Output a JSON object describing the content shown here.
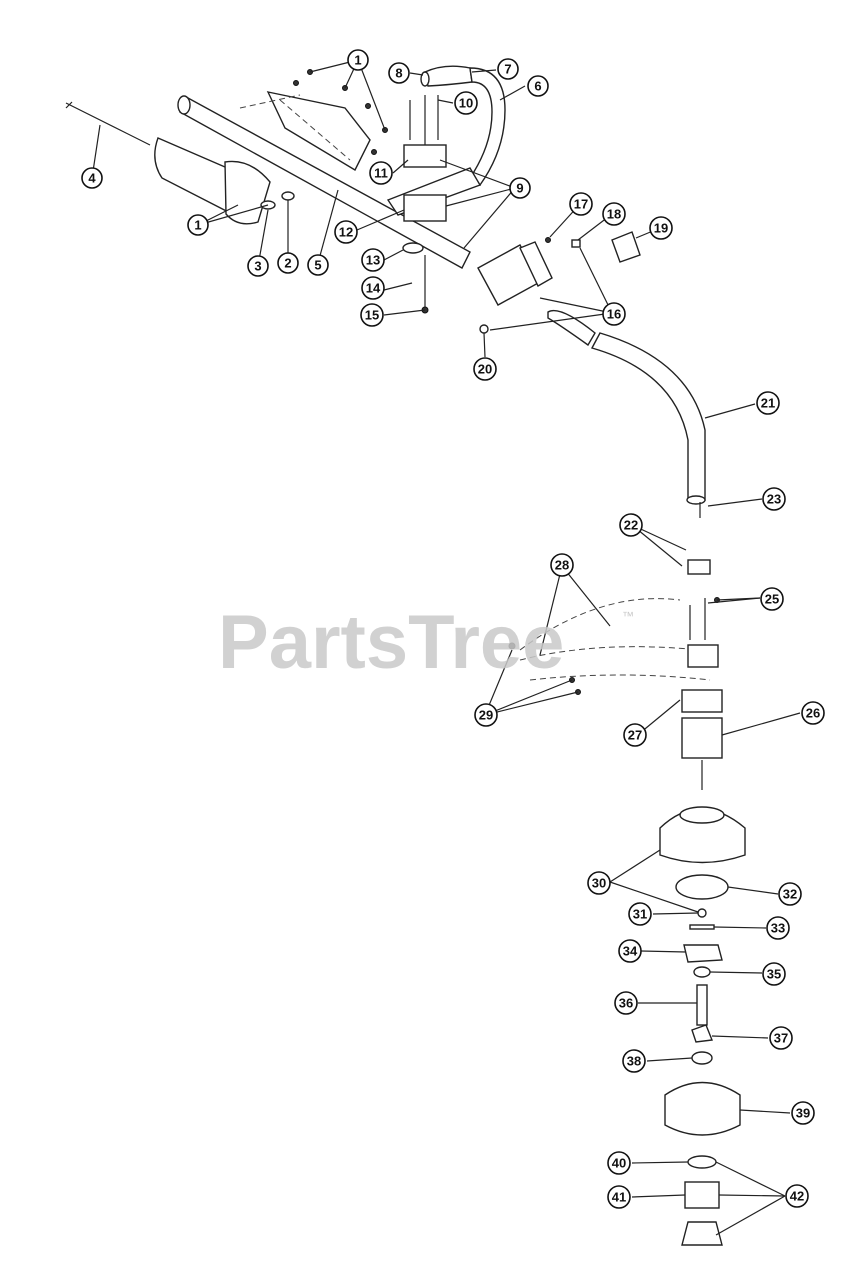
{
  "watermark": {
    "text": "PartsTree",
    "trademark": "™"
  },
  "callouts": [
    {
      "id": "c1a",
      "label": "1"
    },
    {
      "id": "c1b",
      "label": "1"
    },
    {
      "id": "c2",
      "label": "2"
    },
    {
      "id": "c3",
      "label": "3"
    },
    {
      "id": "c4",
      "label": "4"
    },
    {
      "id": "c5",
      "label": "5"
    },
    {
      "id": "c6",
      "label": "6"
    },
    {
      "id": "c7",
      "label": "7"
    },
    {
      "id": "c8",
      "label": "8"
    },
    {
      "id": "c9",
      "label": "9"
    },
    {
      "id": "c10",
      "label": "10"
    },
    {
      "id": "c11",
      "label": "11"
    },
    {
      "id": "c12",
      "label": "12"
    },
    {
      "id": "c13",
      "label": "13"
    },
    {
      "id": "c14",
      "label": "14"
    },
    {
      "id": "c15",
      "label": "15"
    },
    {
      "id": "c16",
      "label": "16"
    },
    {
      "id": "c17",
      "label": "17"
    },
    {
      "id": "c18",
      "label": "18"
    },
    {
      "id": "c19",
      "label": "19"
    },
    {
      "id": "c20",
      "label": "20"
    },
    {
      "id": "c21",
      "label": "21"
    },
    {
      "id": "c22",
      "label": "22"
    },
    {
      "id": "c23",
      "label": "23"
    },
    {
      "id": "c25",
      "label": "25"
    },
    {
      "id": "c26",
      "label": "26"
    },
    {
      "id": "c27",
      "label": "27"
    },
    {
      "id": "c28",
      "label": "28"
    },
    {
      "id": "c29",
      "label": "29"
    },
    {
      "id": "c30",
      "label": "30"
    },
    {
      "id": "c31",
      "label": "31"
    },
    {
      "id": "c32",
      "label": "32"
    },
    {
      "id": "c33",
      "label": "33"
    },
    {
      "id": "c34",
      "label": "34"
    },
    {
      "id": "c35",
      "label": "35"
    },
    {
      "id": "c36",
      "label": "36"
    },
    {
      "id": "c37",
      "label": "37"
    },
    {
      "id": "c38",
      "label": "38"
    },
    {
      "id": "c39",
      "label": "39"
    },
    {
      "id": "c40",
      "label": "40"
    },
    {
      "id": "c41",
      "label": "41"
    },
    {
      "id": "c42",
      "label": "42"
    }
  ]
}
